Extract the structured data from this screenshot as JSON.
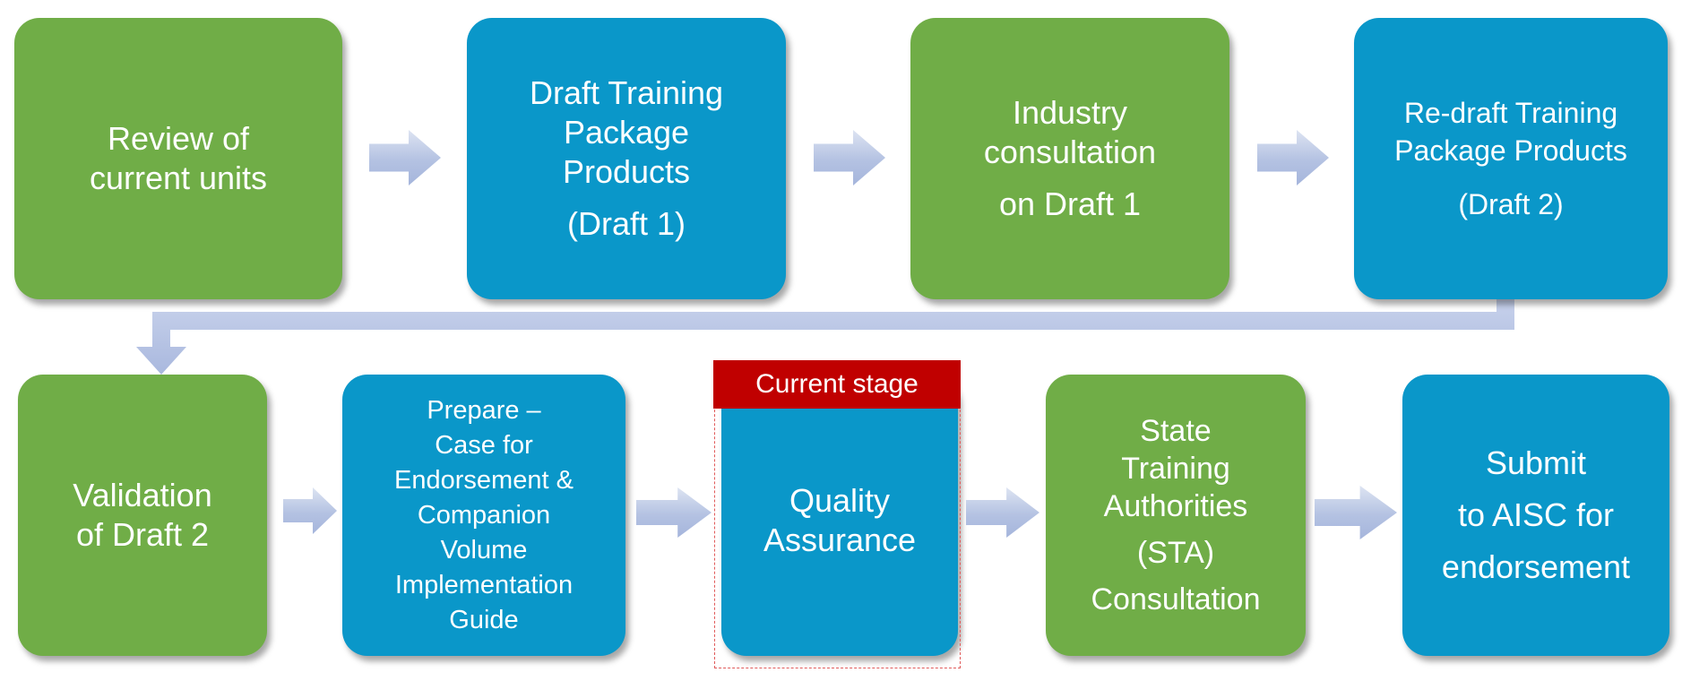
{
  "row1": [
    {
      "lines": [
        "Review of",
        "current units"
      ],
      "color": "#70ad47"
    },
    {
      "lines": [
        "Draft Training",
        "Package",
        "Products",
        "(Draft 1)"
      ],
      "color": "#0a97c9"
    },
    {
      "lines": [
        "Industry",
        "consultation",
        "on Draft 1"
      ],
      "color": "#70ad47"
    },
    {
      "lines": [
        "Re-draft Training",
        "Package Products",
        "(Draft 2)"
      ],
      "color": "#0a97c9"
    }
  ],
  "row2": [
    {
      "lines": [
        "Validation",
        "of Draft 2"
      ],
      "color": "#70ad47"
    },
    {
      "lines": [
        "Prepare –",
        "Case for",
        "Endorsement  &",
        "Companion",
        "Volume",
        "Implementation",
        "Guide"
      ],
      "color": "#0a97c9"
    },
    {
      "lines": [
        "Quality",
        "Assurance"
      ],
      "color": "#0a97c9"
    },
    {
      "lines": [
        "State",
        "Training",
        "Authorities",
        "(STA)",
        "Consultation"
      ],
      "color": "#70ad47"
    },
    {
      "lines": [
        "Submit",
        "to AISC  for",
        "endorsement"
      ],
      "color": "#0a97c9"
    }
  ],
  "current_stage_label": "Current stage",
  "arrow_color": "#b4c2e2"
}
